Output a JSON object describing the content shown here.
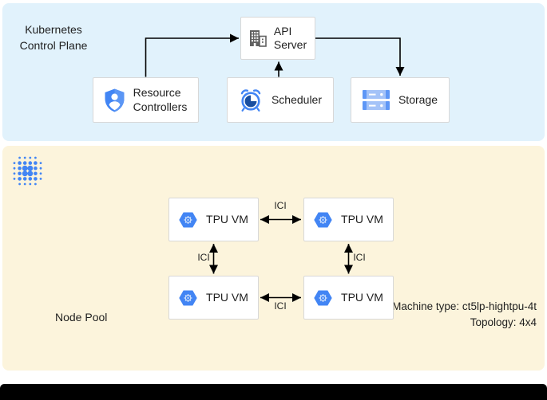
{
  "control_plane": {
    "title": "Kubernetes\nControl Plane",
    "nodes": {
      "api_server": "API\nServer",
      "resource_controllers": "Resource\nControllers",
      "scheduler": "Scheduler",
      "storage": "Storage"
    }
  },
  "node_pool": {
    "title": "Node Pool",
    "machine_type": "Machine type: ct5lp-hightpu-4t",
    "topology": "Topology: 4x4",
    "tpu_vms": [
      "TPU VM",
      "TPU VM",
      "TPU VM",
      "TPU VM"
    ],
    "interconnect_labels": [
      "ICI",
      "ICI",
      "ICI",
      "ICI"
    ]
  },
  "colors": {
    "control_plane_bg": "#E1F2FC",
    "node_pool_bg": "#FCF4DC",
    "google_blue": "#4285F4",
    "dark_blue": "#1A4FA0",
    "light_blue": "#A4C3F8",
    "box_border": "#D8D8D8",
    "arrow": "#000000"
  }
}
